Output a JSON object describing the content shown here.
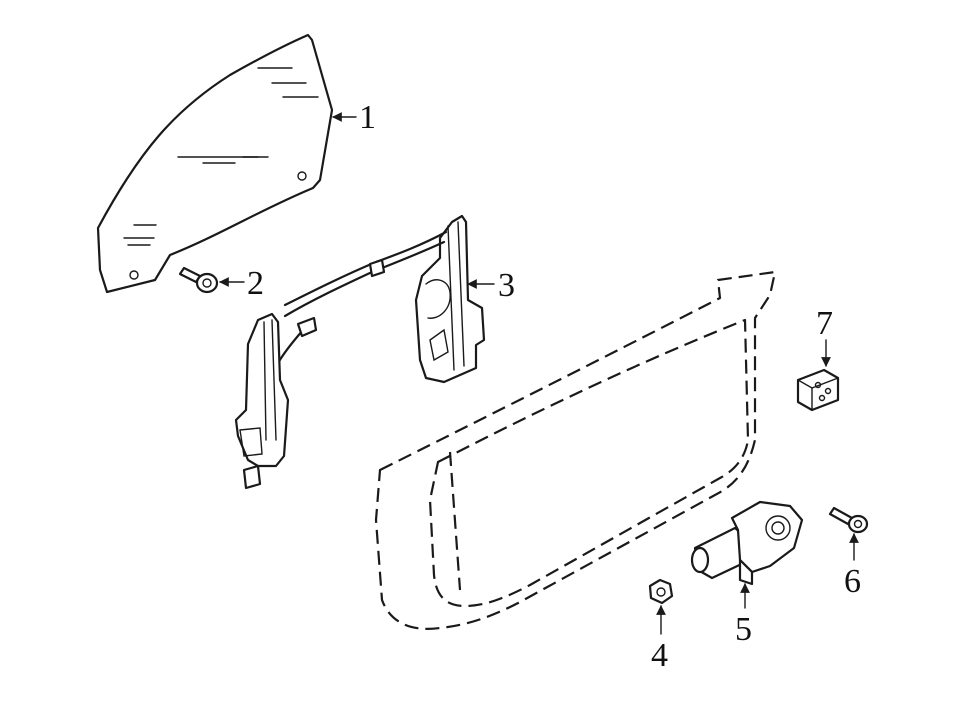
{
  "colors": {
    "glass_fill": "#a3dcff",
    "line": "#1a1a1a",
    "background": "#ffffff"
  },
  "callouts": [
    {
      "id": "1",
      "label": "1",
      "part": "door-glass"
    },
    {
      "id": "2",
      "label": "2",
      "part": "glass-bolt"
    },
    {
      "id": "3",
      "label": "3",
      "part": "window-regulator"
    },
    {
      "id": "4",
      "label": "4",
      "part": "nut"
    },
    {
      "id": "5",
      "label": "5",
      "part": "regulator-motor"
    },
    {
      "id": "6",
      "label": "6",
      "part": "motor-bolt"
    },
    {
      "id": "7",
      "label": "7",
      "part": "bracket-pad"
    }
  ]
}
